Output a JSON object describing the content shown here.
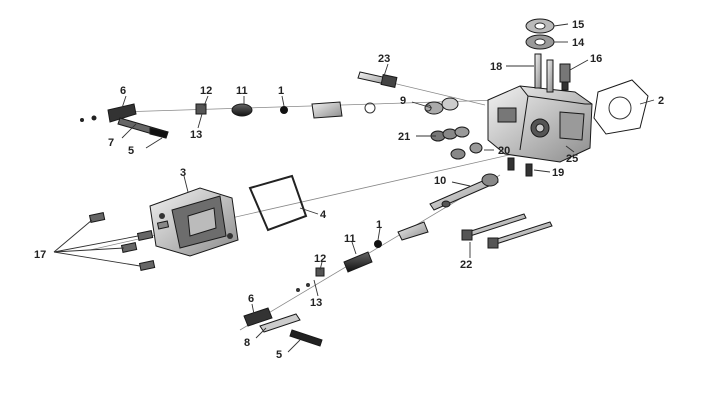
{
  "callouts": {
    "c1a": "1",
    "c1b": "1",
    "c2": "2",
    "c3": "3",
    "c4": "4",
    "c5a": "5",
    "c5b": "5",
    "c6a": "6",
    "c6b": "6",
    "c7": "7",
    "c8": "8",
    "c9": "9",
    "c10": "10",
    "c11a": "11",
    "c11b": "11",
    "c12a": "12",
    "c12b": "12",
    "c13a": "13",
    "c13b": "13",
    "c14": "14",
    "c15": "15",
    "c16": "16",
    "c17": "17",
    "c18": "18",
    "c19": "19",
    "c20": "20",
    "c21": "21",
    "c22": "22",
    "c23": "23",
    "c25": "25"
  }
}
